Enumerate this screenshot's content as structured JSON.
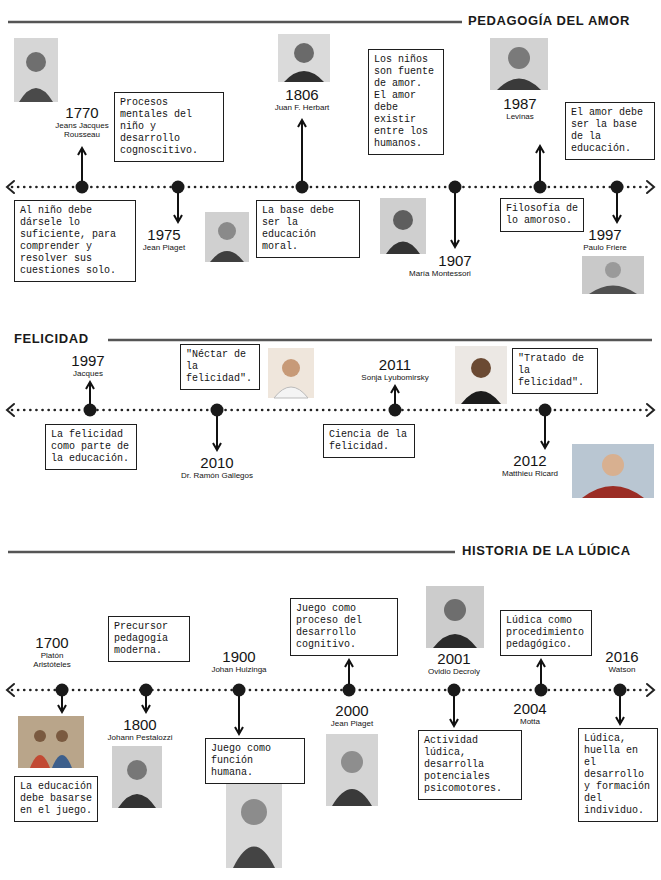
{
  "diagram": {
    "nodes": [
      {
        "text": [
          "Al niño debe dársele lo suficiente, para comprender y resolver sus cuestiones solo."
        ]
      },
      {
        "text": [
          "Procesos mentales del niño y desarrollo cognoscitivo."
        ]
      },
      {
        "text": [
          "La base debe ser la educación moral."
        ]
      },
      {
        "text": [
          "Los niños son fuente de amor. El amor debe existir entre los humanos."
        ]
      },
      {
        "text": [
          "Filosofía de lo amoroso."
        ]
      },
      {
        "text": [
          "El amor debe ser la base de la educación."
        ]
      },
      {
        "text": [
          "La felicidad como parte de la educación."
        ]
      },
      {
        "text": [
          "\"Néctar de la felicidad\"."
        ]
      },
      {
        "text": [
          "Ciencia de la felicidad."
        ]
      },
      {
        "text": [
          "\"Tratado de la felicidad\"."
        ]
      },
      {
        "text": [
          "La educación debe basarse en el juego."
        ]
      },
      {
        "text": [
          "Precursor pedagogía moderna."
        ]
      },
      {
        "text": [
          "Juego como función humana."
        ]
      },
      {
        "text": [
          "Juego como proceso del desarrollo cognitivo."
        ]
      },
      {
        "text": [
          "Actividad lúdica, desarrolla potenciales psicomotores."
        ]
      },
      {
        "text": [
          "Lúdica como procedimiento pedagógico."
        ]
      },
      {
        "text": [
          "Lúdica, huella en el desarrollo y formación del individuo."
        ]
      }
    ],
    "labels": [
      "PEDAGOGÍA DEL AMOR",
      "1770",
      "Jeans Jacques Rousseau",
      "1975",
      "Jean Piaget",
      "1806",
      "Juan F. Herbart",
      "1907",
      "María Montessori",
      "1987",
      "Levinas",
      "1997",
      "Paulo Friere",
      "FELICIDAD",
      "1997",
      "Jacques",
      "2010",
      "Dr. Ramón Gallegos",
      "2011",
      "Sonja Lyubomirsky",
      "2012",
      "Matthieu Ricard",
      "HISTORIA DE LA LÚDICA",
      "1700",
      "Platón Aristóteles",
      "1800",
      "Johann Pestalozzi",
      "1900",
      "Johan Huizinga",
      "2000",
      "Jean Piaget",
      "2001",
      "Ovidio Decroly",
      "2004",
      "Motta",
      "2016",
      "Watson"
    ]
  }
}
